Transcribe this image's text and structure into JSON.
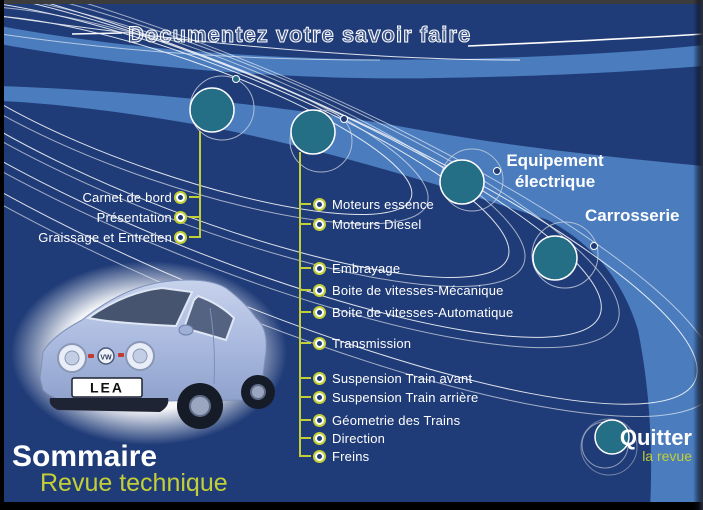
{
  "title": "Documentez votre savoir faire",
  "left_menu": {
    "items": [
      "Carnet de bord",
      "Présentation",
      "Graissage et Entretien"
    ]
  },
  "center_menu": {
    "items": [
      "Moteurs essence",
      "Moteurs Diesel",
      "Embrayage",
      "Boite de vitesses-Mécanique",
      "Boite de vitesses-Automatique",
      "Transmission",
      "Suspension Train avant",
      "Suspension Train arrière",
      "Géometrie des Trains",
      "Direction",
      "Freins"
    ]
  },
  "right_labels": {
    "equipment_line1": "Equipement",
    "equipment_line2": "électrique",
    "carrosserie": "Carrosserie"
  },
  "quit": {
    "label": "Quitter",
    "sublabel": "la revue"
  },
  "footer": {
    "heading": "Sommaire",
    "subheading": "Revue technique"
  },
  "car": {
    "plate": "LEA",
    "badge": "VW"
  },
  "colors": {
    "background_navy": "#203C78",
    "swoosh_blue": "#4A7CBE",
    "hub_teal": "#246E86",
    "accent_yellow_green": "#c3cf36",
    "text_white": "#ffffff"
  }
}
